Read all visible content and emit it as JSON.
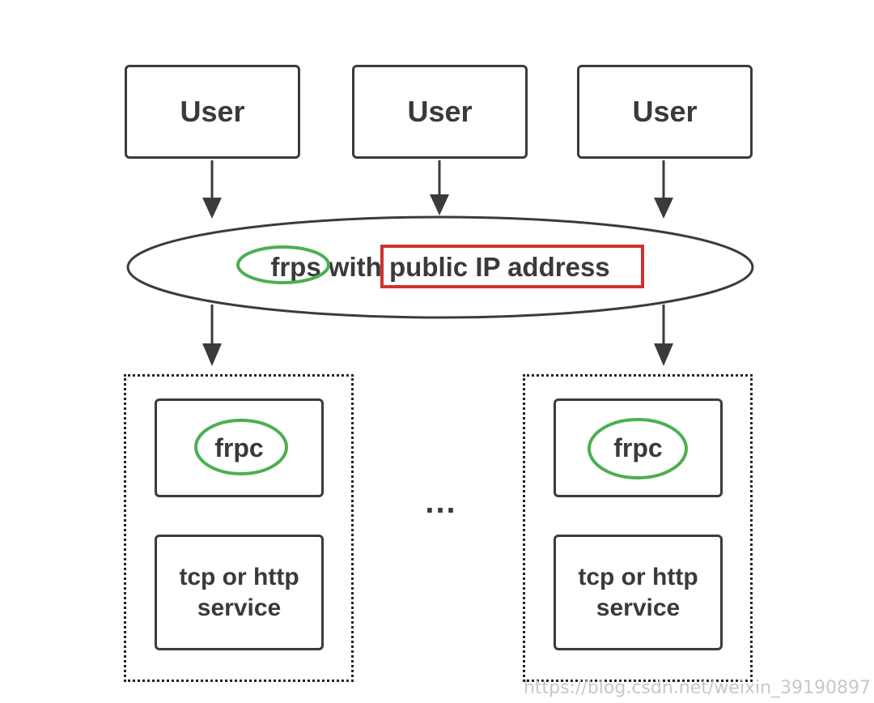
{
  "users": [
    {
      "label": "User"
    },
    {
      "label": "User"
    },
    {
      "label": "User"
    }
  ],
  "server": {
    "frps": "frps",
    "with": " with ",
    "highlight": "public IP address"
  },
  "clients": [
    {
      "client_label": "frpc",
      "service_line1": "tcp or http",
      "service_line2": "service"
    },
    {
      "client_label": "frpc",
      "service_line1": "tcp or http",
      "service_line2": "service"
    }
  ],
  "ellipsis": "...",
  "watermark": "https://blog.csdn.net/weixin_39190897",
  "colors": {
    "stroke": "#3b3b3b",
    "green_highlight": "#4caf50",
    "red_highlight": "#d03030"
  }
}
